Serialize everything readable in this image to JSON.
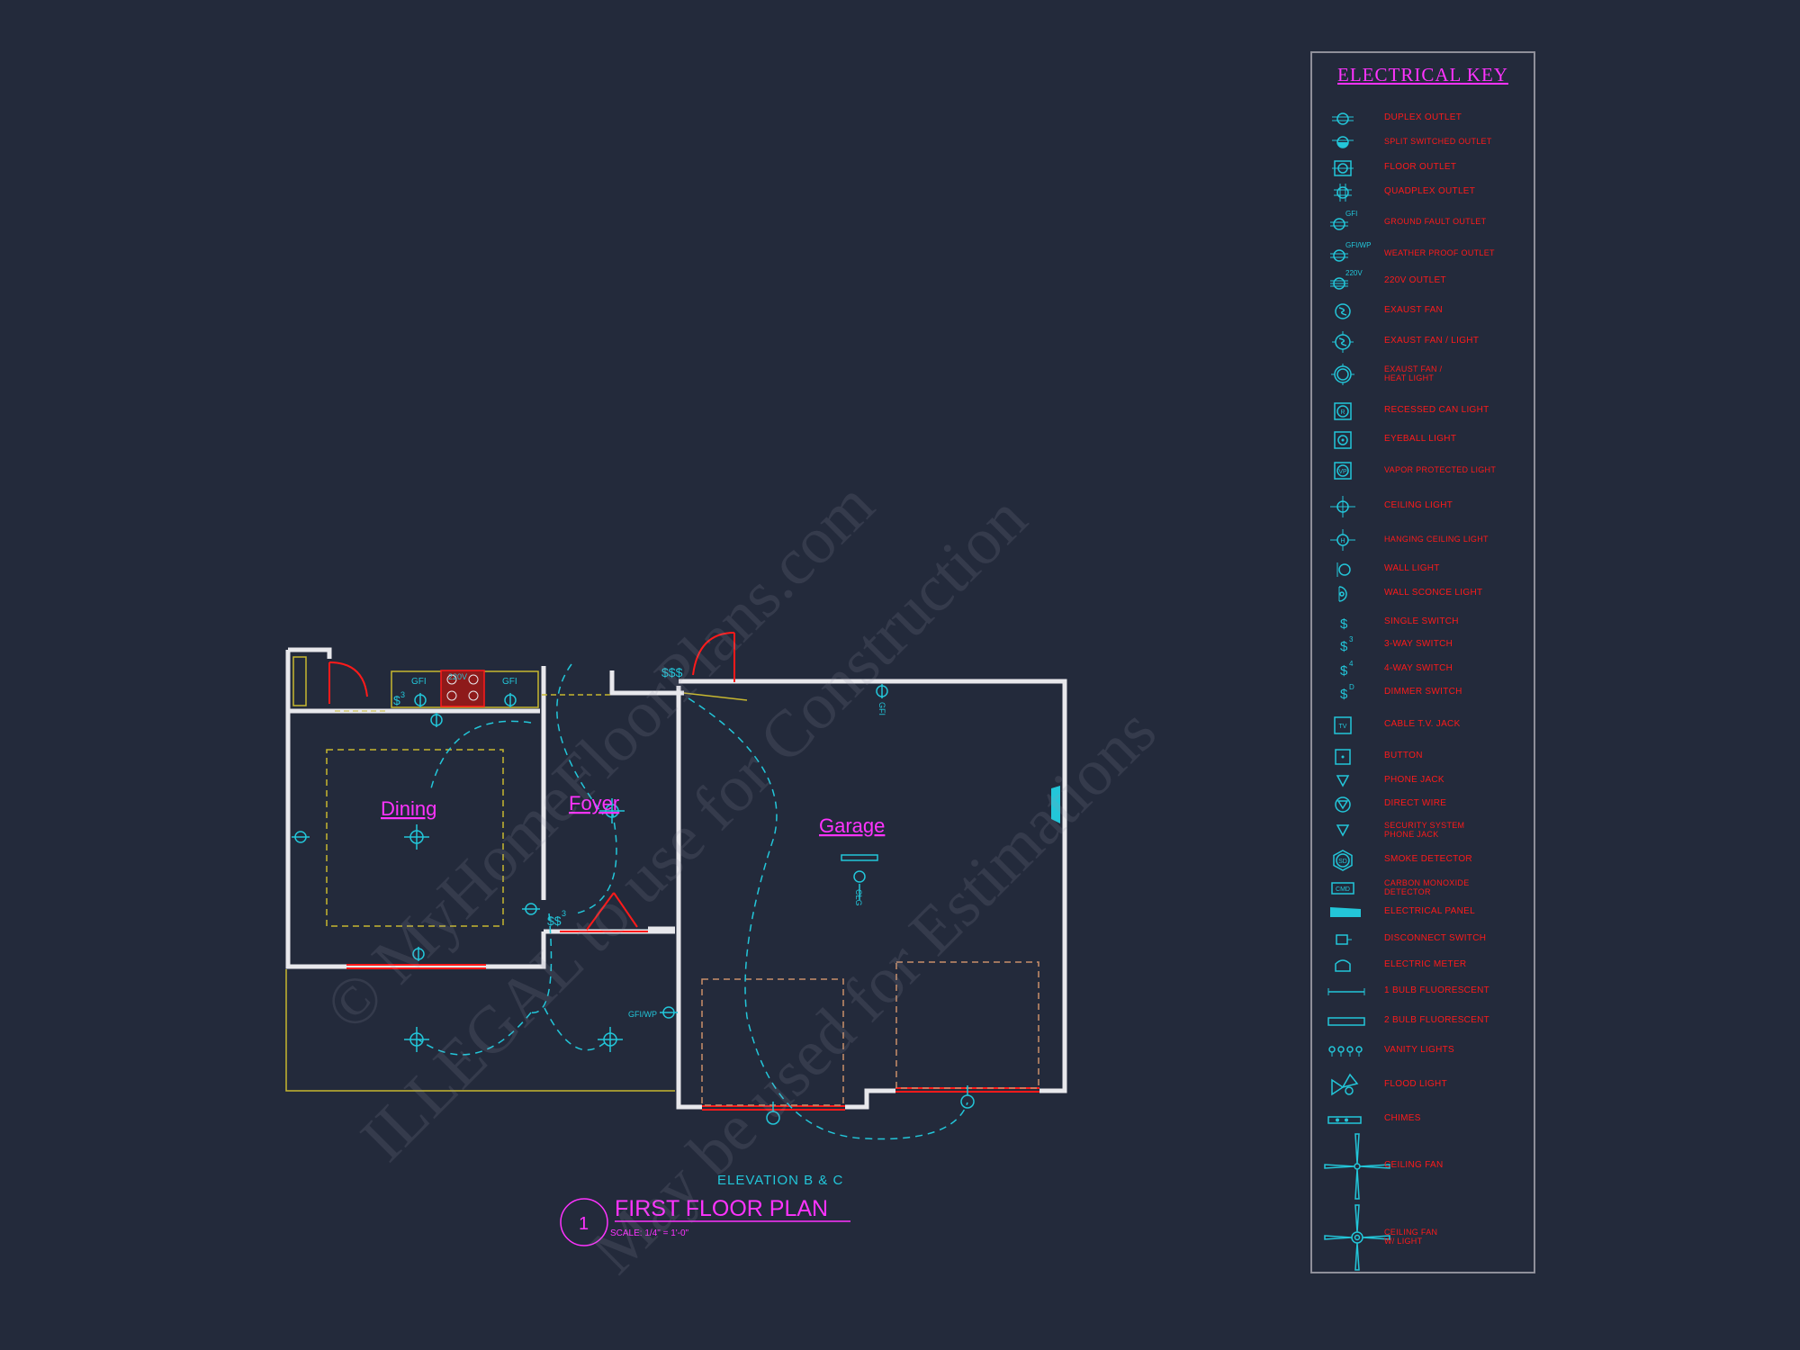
{
  "plan": {
    "rooms": {
      "dining": "Dining",
      "foyer": "Foyer",
      "garage": "Garage"
    },
    "small_labels": {
      "gfi_left": "GFI",
      "gfi_right": "GFI",
      "range_220": "220V",
      "three_way": "3",
      "switch_sym": "$",
      "triple_switch": "$$$",
      "double_switch": "$$",
      "gfi_wp": "GFI/WP",
      "garage_gfi": "GFI",
      "garage_ceiling": "CLG",
      "foyer_3way": "3"
    },
    "elevation_note": "ELEVATION B & C",
    "title": "FIRST FLOOR PLAN",
    "number": "1",
    "scale": "SCALE: 1/4\" = 1'-0\""
  },
  "electrical_key": {
    "title": "ELECTRICAL KEY",
    "items": [
      {
        "icon": "duplex-outlet-icon",
        "label": "DUPLEX OUTLET"
      },
      {
        "icon": "split-switched-outlet-icon",
        "label": "SPLIT SWITCHED OUTLET"
      },
      {
        "icon": "floor-outlet-icon",
        "label": "FLOOR OUTLET"
      },
      {
        "icon": "quadplex-outlet-icon",
        "label": "QUADPLEX OUTLET"
      },
      {
        "icon": "ground-fault-outlet-icon",
        "label": "GROUND FAULT OUTLET",
        "tag": "GFI"
      },
      {
        "icon": "weather-proof-outlet-icon",
        "label": "WEATHER PROOF OUTLET",
        "tag": "GFI/WP"
      },
      {
        "icon": "220v-outlet-icon",
        "label": "220v OUTLET",
        "tag": "220V"
      },
      {
        "icon": "exhaust-fan-icon",
        "label": "EXAUST FAN"
      },
      {
        "icon": "exhaust-fan-light-icon",
        "label": "EXAUST FAN / LIGHT"
      },
      {
        "icon": "exhaust-fan-heat-light-icon",
        "label": "EXAUST FAN /\nHEAT LIGHT"
      },
      {
        "icon": "recessed-can-light-icon",
        "label": "RECESSED CAN LIGHT",
        "tag": "R"
      },
      {
        "icon": "eyeball-light-icon",
        "label": "EYEBALL LIGHT"
      },
      {
        "icon": "vapor-protected-light-icon",
        "label": "VAPOR PROTECTED LIGHT",
        "tag": "VP"
      },
      {
        "icon": "ceiling-light-icon",
        "label": "CEILING LIGHT"
      },
      {
        "icon": "hanging-ceiling-light-icon",
        "label": "HANGING CEILING LIGHT",
        "tag": "H"
      },
      {
        "icon": "wall-light-icon",
        "label": "WALL LIGHT"
      },
      {
        "icon": "wall-sconce-light-icon",
        "label": "WALL SCONCE LIGHT"
      },
      {
        "icon": "single-switch-icon",
        "label": "SINGLE SWITCH",
        "tag": "$"
      },
      {
        "icon": "three-way-switch-icon",
        "label": "3-WAY SWITCH",
        "tag": "$",
        "sup": "3"
      },
      {
        "icon": "four-way-switch-icon",
        "label": "4-WAY SWITCH",
        "tag": "$",
        "sup": "4"
      },
      {
        "icon": "dimmer-switch-icon",
        "label": "DIMMER SWITCH",
        "tag": "$",
        "sup": "D"
      },
      {
        "icon": "cable-tv-jack-icon",
        "label": "CABLE T.V. JACK",
        "tag": "TV"
      },
      {
        "icon": "button-icon",
        "label": "BUTTON"
      },
      {
        "icon": "phone-jack-icon",
        "label": "PHONE JACK"
      },
      {
        "icon": "direct-wire-icon",
        "label": "DIRECT WIRE"
      },
      {
        "icon": "security-phone-jack-icon",
        "label": "SECURITY SYSTEM\nPHONE JACK"
      },
      {
        "icon": "smoke-detector-icon",
        "label": "SMOKE DETECTOR",
        "tag": "SD"
      },
      {
        "icon": "co-detector-icon",
        "label": "CARBON MONOXIDE\nDETECTOR",
        "tag": "CMD"
      },
      {
        "icon": "electrical-panel-icon",
        "label": "ELECTRICAL PANEL"
      },
      {
        "icon": "disconnect-switch-icon",
        "label": "DISCONNECT SWITCH"
      },
      {
        "icon": "electric-meter-icon",
        "label": "ELECTRIC METER"
      },
      {
        "icon": "one-bulb-fluorescent-icon",
        "label": "1 BULB FLUORESCENT"
      },
      {
        "icon": "two-bulb-fluorescent-icon",
        "label": "2 BULB FLUORESCENT"
      },
      {
        "icon": "vanity-lights-icon",
        "label": "VANITY LIGHTS"
      },
      {
        "icon": "flood-light-icon",
        "label": "FLOOD LIGHT"
      },
      {
        "icon": "chimes-icon",
        "label": "CHIMES"
      },
      {
        "icon": "ceiling-fan-icon",
        "label": "CEILING FAN"
      },
      {
        "icon": "ceiling-fan-light-icon",
        "label": "CEILING FAN\nW/ LIGHT"
      }
    ]
  },
  "watermarks": {
    "line1": "© MyHomeFloorPlans.com",
    "line2": "ILLEGAL to use for Construction",
    "line3": "May be used for Estimations"
  },
  "colors": {
    "background": "#232a3b",
    "wall": "#e8e8ec",
    "cyan": "#23c6d9",
    "magenta": "#ff33ff",
    "red": "#ff1a1a",
    "yellow": "#c8b830",
    "tan": "#c98f6a"
  }
}
